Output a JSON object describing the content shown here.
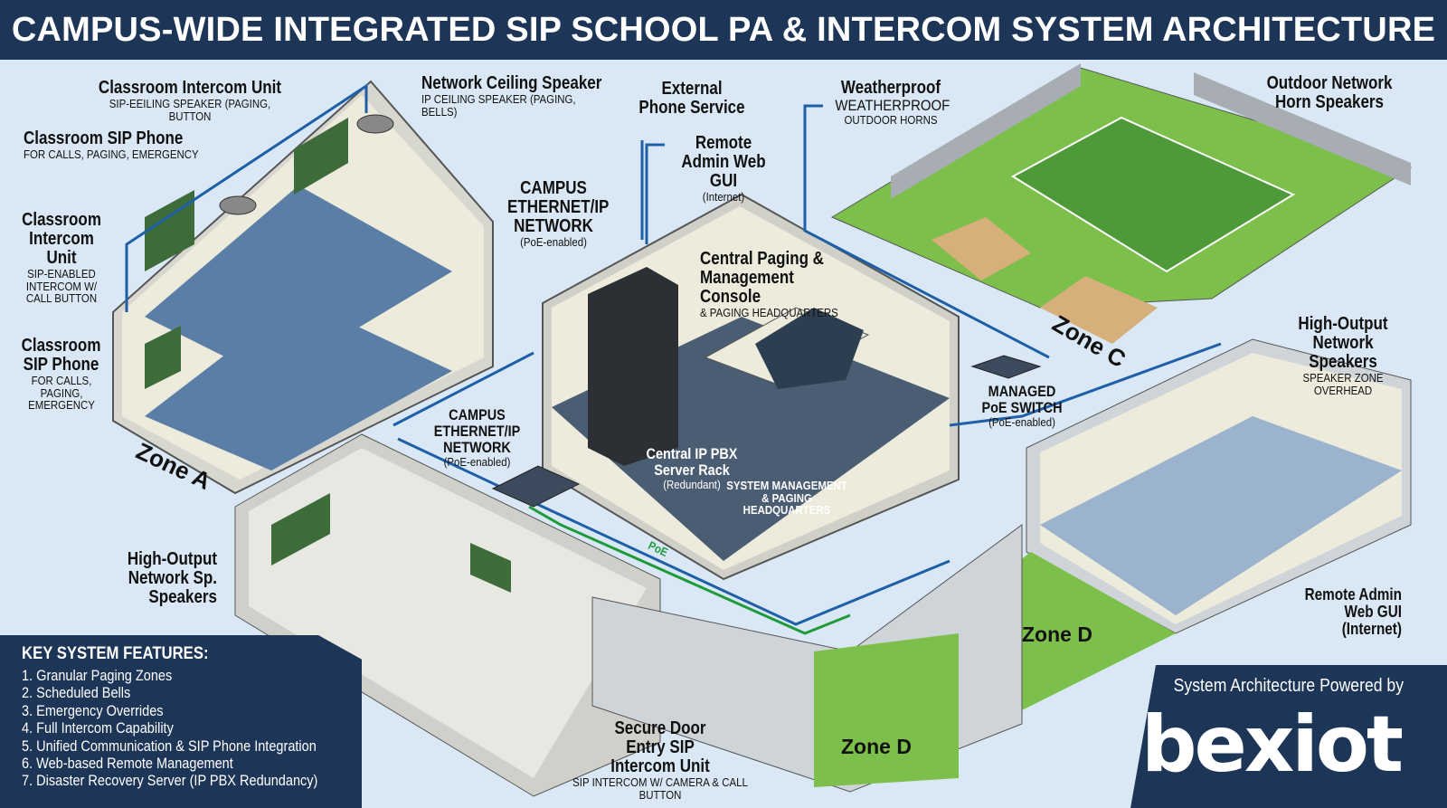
{
  "title": "CAMPUS-WIDE INTEGRATED SIP SCHOOL PA & INTERCOM SYSTEM ARCHITECTURE",
  "labels": {
    "classroom_intercom_top": {
      "heading": "Classroom Intercom Unit",
      "sub": "SIP-EEILING SPEAKER (PAGING, BUTTON"
    },
    "network_ceiling_speaker": {
      "heading": "Network Ceiling Speaker",
      "sub": "IP CEILING SPEAKER (PAGING, BELLS)"
    },
    "classroom_sip_phone_top": {
      "heading": "Classroom SIP Phone",
      "sub": "FOR CALLS, PAGING, EMERGENCY"
    },
    "classroom_intercom_left": {
      "heading": "Classroom Intercom Unit",
      "sub": "SIP-ENABLED INTERCOM W/ CALL BUTTON"
    },
    "classroom_sip_phone_left": {
      "heading": "Classroom SIP Phone",
      "sub": "FOR CALLS, PAGING, EMERGENCY"
    },
    "campus_network_top": {
      "heading": "CAMPUS ETHERNET/IP NETWORK",
      "sub": "(PoE-enabled)"
    },
    "external_phone": {
      "heading": "External Phone Service"
    },
    "remote_admin_top": {
      "heading": "Remote Admin Web GUI",
      "sub": "(Internet)"
    },
    "weatherproof": {
      "heading": "Weatherproof",
      "sub": "WEATHERPROOF",
      "sub2": "OUTDOOR HORNS"
    },
    "outdoor_horns": {
      "heading": "Outdoor Network Horn Speakers"
    },
    "central_console": {
      "heading": "Central Paging & Management Console",
      "sub": "& PAGING HEADQUARTERS"
    },
    "high_output_right": {
      "heading": "High-Output Network Speakers",
      "sub": "SPEAKER ZONE OVERHEAD"
    },
    "managed_switch": {
      "heading": "MANAGED PoE SWITCH",
      "sub": "(PoE-enabled)"
    },
    "campus_network_mid": {
      "heading": "CAMPUS ETHERNET/IP NETWORK",
      "sub": "(PoE-enabled)"
    },
    "pbx_rack": {
      "heading": "Central IP PBX Server Rack",
      "sub": "(Redundant)"
    },
    "system_mgmt": {
      "heading": "SYSTEM MANAGEMENT & PAGING HEADQUARTERS"
    },
    "poe": {
      "heading": "PoE"
    },
    "high_output_left": {
      "heading": "High-Output Network Sp. Speakers"
    },
    "remote_admin_right": {
      "heading": "Remote Admin Web GUI (Internet)"
    },
    "secure_door": {
      "heading": "Secure Door Entry SIP Intercom Unit",
      "sub": "SIP INTERCOM W/ CAMERA & CALL BUTTON"
    }
  },
  "zones": {
    "a": "Zone A",
    "c": "Zone C",
    "d1": "Zone D",
    "d2": "Zone D"
  },
  "features": {
    "title": "KEY SYSTEM FEATURES:",
    "items": [
      "1. Granular Paging Zones",
      "2. Scheduled Bells",
      "3. Emergency Overrides",
      "4. Full Intercom Capability",
      "5. Unified Communication & SIP Phone Integration",
      "6. Web-based Remote Management",
      "7. Disaster Recovery Server (IP PBX Redundancy)"
    ]
  },
  "brand": {
    "powered_by": "System Architecture Powered by",
    "logo": "bexiot"
  },
  "colors": {
    "navy": "#1d3557",
    "background": "#d9e8f4",
    "network_line": "#1f5fa8",
    "poe_line": "#1f9a3a",
    "grass": "#7cbf4a",
    "wall": "#ecebdc",
    "floor": "#5b7ea6"
  }
}
